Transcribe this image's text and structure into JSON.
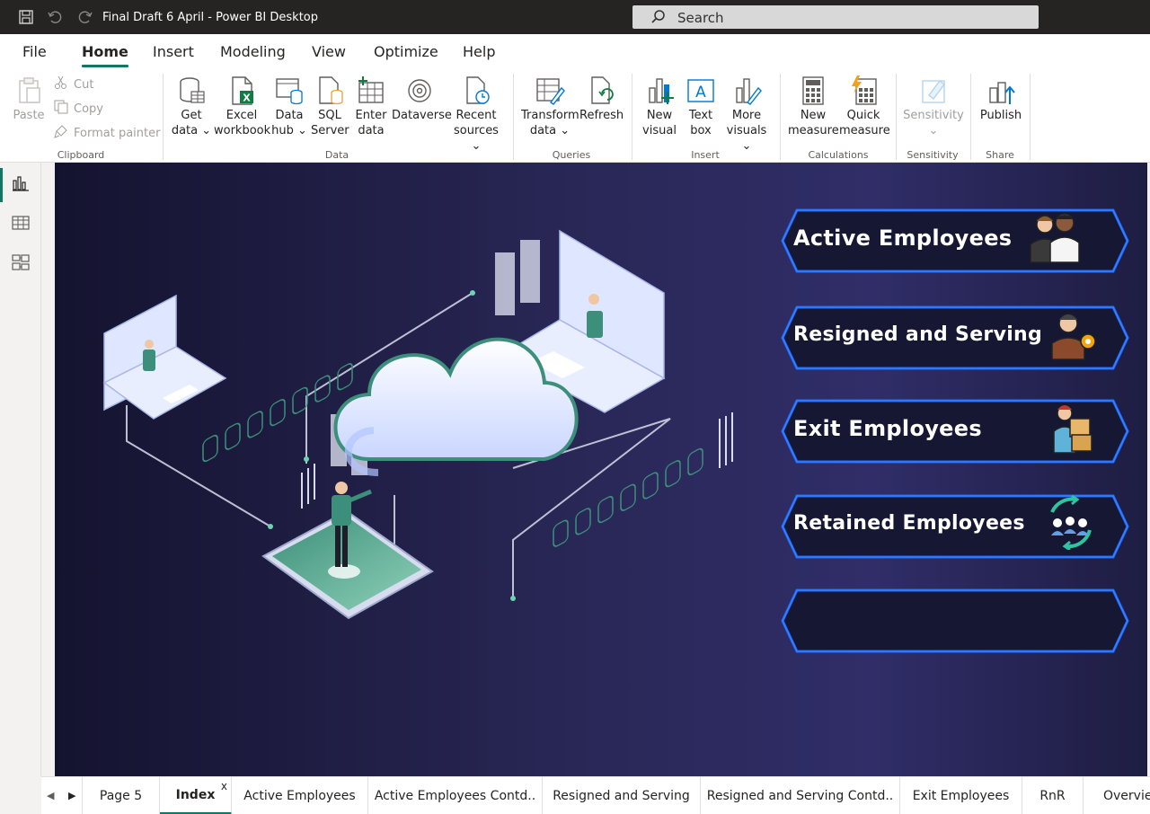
{
  "window": {
    "title": "Final Draft 6 April - Power BI Desktop"
  },
  "search": {
    "label": "Search"
  },
  "menu": {
    "items": [
      "File",
      "Home",
      "Insert",
      "Modeling",
      "View",
      "Optimize",
      "Help"
    ],
    "active": "Home"
  },
  "ribbon": {
    "clipboard": {
      "paste": "Paste",
      "cut": "Cut",
      "copy": "Copy",
      "format_painter": "Format painter",
      "group": "Clipboard"
    },
    "data": {
      "get_data": [
        "Get",
        "data"
      ],
      "excel": [
        "Excel",
        "workbook"
      ],
      "data_hub": [
        "Data",
        "hub"
      ],
      "sql": [
        "SQL",
        "Server"
      ],
      "enter_data": [
        "Enter",
        "data"
      ],
      "dataverse": "Dataverse",
      "recent": [
        "Recent",
        "sources"
      ],
      "group": "Data"
    },
    "queries": {
      "transform": [
        "Transform",
        "data"
      ],
      "refresh": "Refresh",
      "group": "Queries"
    },
    "insert": {
      "new_visual": [
        "New",
        "visual"
      ],
      "text_box": [
        "Text",
        "box"
      ],
      "more_visuals": [
        "More",
        "visuals"
      ],
      "group": "Insert"
    },
    "calculations": {
      "new_measure": [
        "New",
        "measure"
      ],
      "quick_measure": [
        "Quick",
        "measure"
      ],
      "group": "Calculations"
    },
    "sensitivity": {
      "label": "Sensitivity",
      "group": "Sensitivity"
    },
    "share": {
      "publish": "Publish",
      "group": "Share"
    }
  },
  "canvas": {
    "buttons": [
      {
        "label": "Active Employees",
        "icon": "team-icon"
      },
      {
        "label": "Resigned and Serving",
        "icon": "businessman-gear-icon"
      },
      {
        "label": "Exit Employees",
        "icon": "person-carrying-box-icon"
      },
      {
        "label": "Retained Employees",
        "icon": "people-cycle-icon"
      },
      {
        "label": "",
        "icon": ""
      }
    ],
    "colors": {
      "bg_left": "#14132f",
      "bg_mid": "#302d68",
      "hex_border": "#1e6bff",
      "glow": "#2f7dff"
    }
  },
  "tabs": {
    "items": [
      "Page 5",
      "Index",
      "Active Employees",
      "Active Employees Contd..",
      "Resigned and Serving",
      "Resigned and Serving Contd..",
      "Exit Employees",
      "RnR",
      "Overview"
    ],
    "active": "Index",
    "close_glyph": "x"
  }
}
